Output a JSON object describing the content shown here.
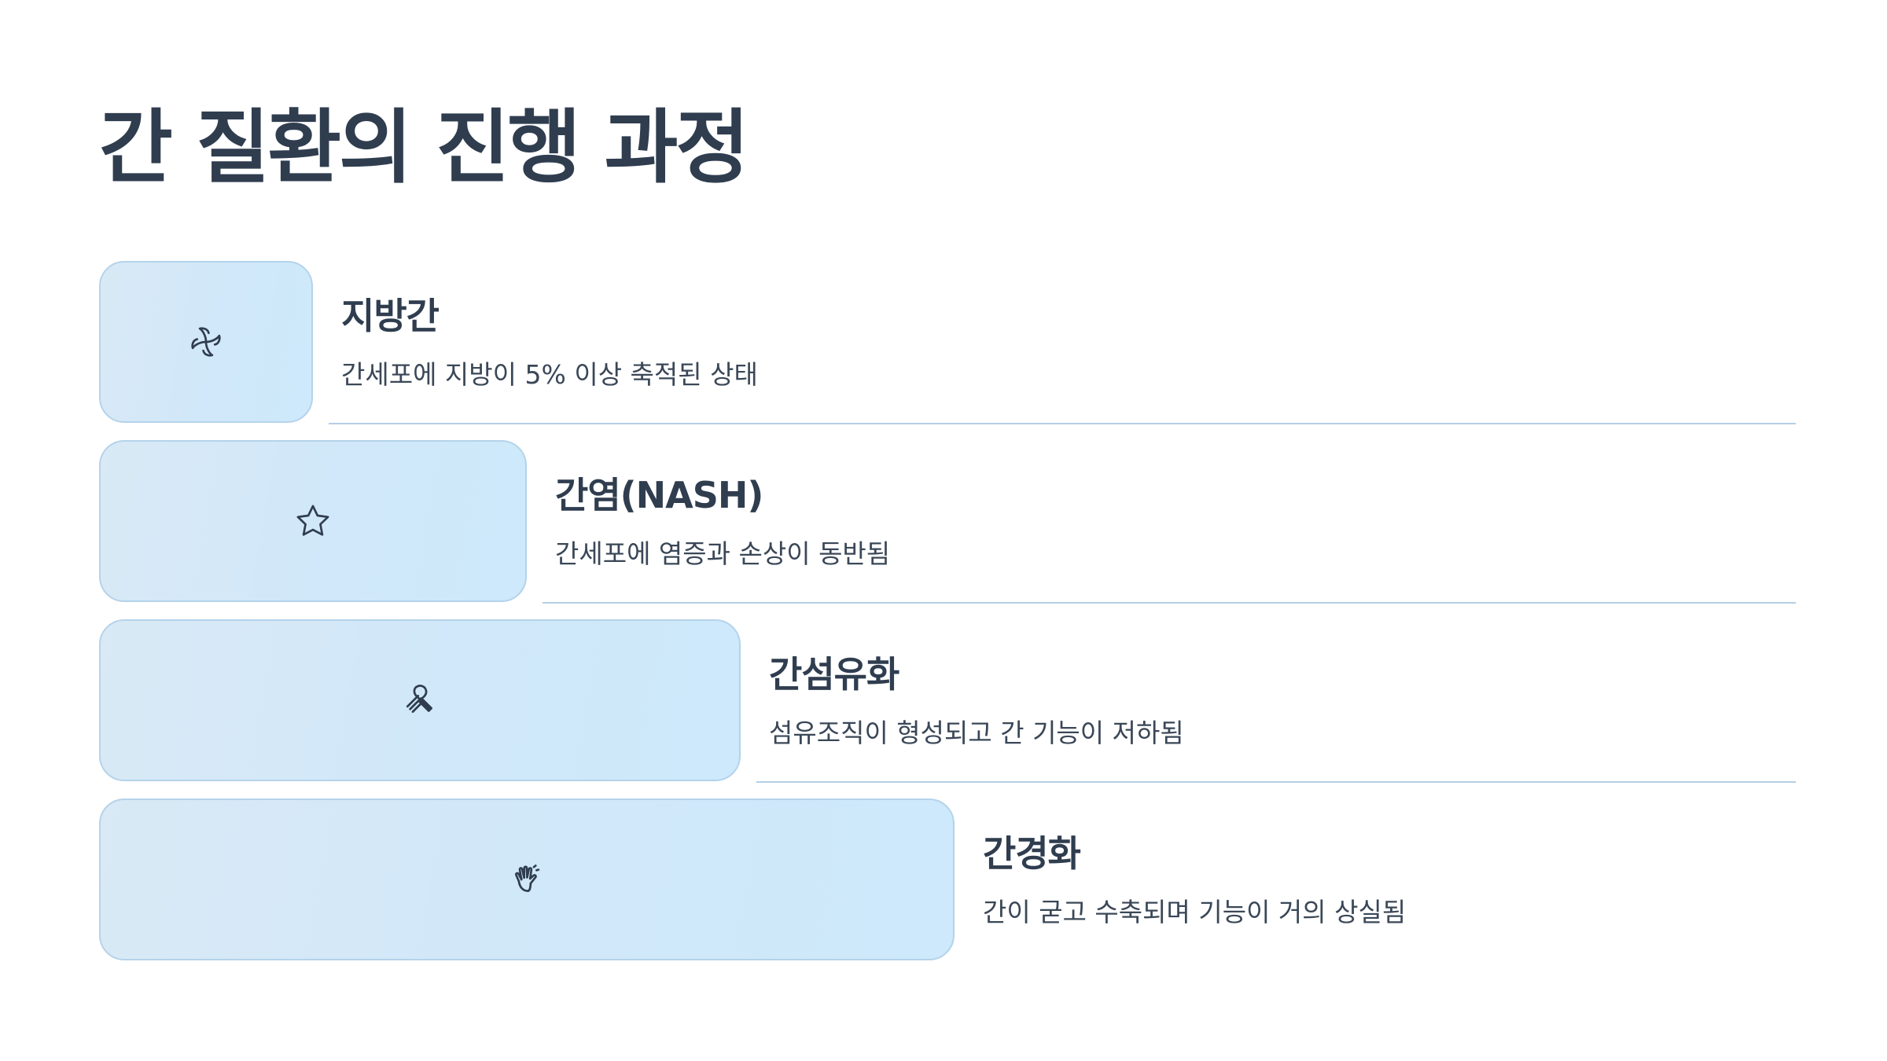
{
  "title": "간 질환의 진행 과정",
  "stages": [
    {
      "heading": "지방간",
      "description": "간세포에 지방이 5% 이상 축적된 상태",
      "icon": "pinwheel-icon"
    },
    {
      "heading": "간염(NASH)",
      "description": "간세포에 염증과 손상이 동반됨",
      "icon": "star-icon"
    },
    {
      "heading": "간섬유화",
      "description": "섬유조직이 형성되고 간 기능이 저하됨",
      "icon": "ribbon-icon"
    },
    {
      "heading": "간경화",
      "description": "간이 굳고 수축되며 기능이 거의 상실됨",
      "icon": "hand-icon"
    }
  ],
  "colors": {
    "title": "#2f3d4f",
    "box_border": "#b4d3ea",
    "box_fill": "#d3e9f8",
    "divider": "#b4cfe6",
    "icon": "#2f3d4f"
  }
}
